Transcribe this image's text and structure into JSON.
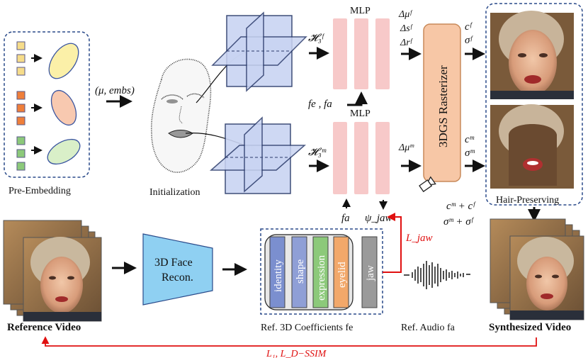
{
  "labels": {
    "pre_embedding": "Pre-Embedding",
    "initialization": "Initialization",
    "mu_embs": "(μ, embs)",
    "mlp_top": "MLP",
    "mlp_bottom": "MLP",
    "h_face": "𝓗₃ᶠ",
    "h_mouth": "𝓗₃ᵐ",
    "fe_fa": "fe , fa",
    "fa": "fa",
    "psi_jaw": "ψ_jaw",
    "d_mu_f": "Δμᶠ",
    "d_s_f": "Δsᶠ",
    "d_r_f": "Δrᶠ",
    "d_mu_m": "Δμᵐ",
    "rasterizer": "3DGS Rasterizer",
    "c_f": "cᶠ",
    "sigma_f": "σᶠ",
    "c_m": "cᵐ",
    "sigma_m": "σᵐ",
    "c_sum": "cᵐ + cᶠ",
    "sigma_sum": "σᵐ + σᶠ",
    "hair_preserving": "Hair-Preserving",
    "l_jaw": "L_jaw",
    "face_recon_line1": "3D Face",
    "face_recon_line2": "Recon.",
    "reference_video": "Reference Video",
    "synthesized_video": "Synthesized Video",
    "ref_coeffs": "Ref. 3D Coefficients fe",
    "ref_audio": "Ref. Audio fa",
    "loss_bottom": "L₁, L_D−SSIM",
    "coeff_bars": [
      "identity",
      "shape",
      "expression",
      "eyelid",
      "jaw"
    ]
  },
  "colors": {
    "plane_fill": "#c9d4f2",
    "plane_stroke": "#2a3a6a",
    "mlp_bar": "#f7c9c9",
    "rasterizer_fill": "#f7c7a6",
    "rasterizer_stroke": "#c98a5a",
    "recon_fill": "#8fd0f2",
    "dashed_box": "#2a4a8a",
    "loss_red": "#e01010",
    "bar_identity": "#7b8fcf",
    "bar_shape": "#8f9fd6",
    "bar_expression": "#8cc97a",
    "bar_eyelid": "#f2a86a",
    "bar_jaw": "#9a9a9a",
    "ellipse_yellow": "#fbf0a8",
    "ellipse_orange": "#f8c9b0",
    "ellipse_green": "#d9efc8",
    "square_yellow": "#f6dc8a",
    "square_orange": "#ef7f3a",
    "square_green": "#8cc97a"
  }
}
